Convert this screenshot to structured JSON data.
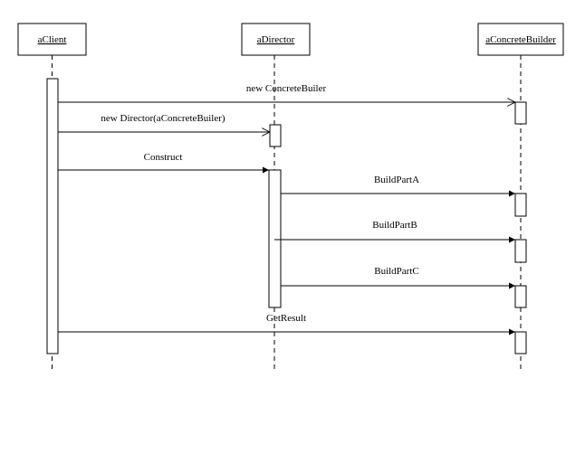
{
  "participants": [
    {
      "id": "client",
      "name": "aClient"
    },
    {
      "id": "director",
      "name": "aDirector"
    },
    {
      "id": "builder",
      "name": "aConcreteBuilder"
    }
  ],
  "messages": [
    {
      "id": "new-concrete-builder",
      "label": "new ConcreteBuiler",
      "from": "client",
      "to": "builder",
      "arrow": "open"
    },
    {
      "id": "new-director",
      "label": "new Director(aConcreteBuiler)",
      "from": "client",
      "to": "director",
      "arrow": "open"
    },
    {
      "id": "construct",
      "label": "Construct",
      "from": "client",
      "to": "director",
      "arrow": "filled"
    },
    {
      "id": "build-part-a",
      "label": "BuildPartA",
      "from": "director",
      "to": "builder",
      "arrow": "filled"
    },
    {
      "id": "build-part-b",
      "label": "BuildPartB",
      "from": "director",
      "to": "builder",
      "arrow": "filled"
    },
    {
      "id": "build-part-c",
      "label": "BuildPartC",
      "from": "director",
      "to": "builder",
      "arrow": "filled"
    },
    {
      "id": "get-result",
      "label": "GetResult",
      "from": "client",
      "to": "builder",
      "arrow": "filled"
    }
  ]
}
